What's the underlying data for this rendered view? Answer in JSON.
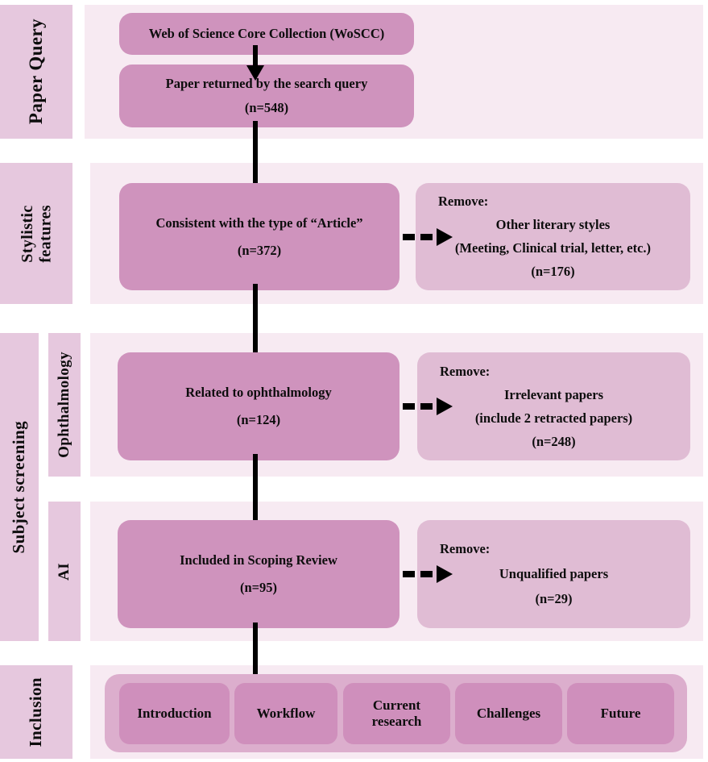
{
  "figure": {
    "type": "flowchart",
    "kind": "prisma-style-study-selection-flow"
  },
  "stages": [
    {
      "id": "paper-query",
      "label": "Paper Query"
    },
    {
      "id": "stylistic",
      "label": "Stylistic\nfeatures"
    },
    {
      "id": "subject-screening",
      "label": "Subject screening"
    },
    {
      "id": "ophthalmology",
      "label": "Ophthalmology"
    },
    {
      "id": "ai",
      "label": "AI"
    },
    {
      "id": "inclusion",
      "label": "Inclusion"
    }
  ],
  "boxes": {
    "source": {
      "line1": "Web of Science Core Collection (WoSCC)"
    },
    "returned": {
      "line1": "Paper returned by the search query",
      "line2": "(n=548)"
    },
    "article_type": {
      "line1": "Consistent with the type of “Article”",
      "line2": "(n=372)"
    },
    "removed_styles": {
      "head": "Remove:",
      "line1": "Other literary styles",
      "line2": "(Meeting, Clinical trial, letter, etc.)",
      "line3": "(n=176)"
    },
    "ophthalmology_related": {
      "line1": "Related to ophthalmology",
      "line2": "(n=124)"
    },
    "removed_irrelevant": {
      "head": "Remove:",
      "line1": "Irrelevant papers",
      "line2": "(include 2 retracted papers)",
      "line3": "(n=248)"
    },
    "included": {
      "line1": "Included in Scoping Review",
      "line2": "(n=95)"
    },
    "removed_unqualified": {
      "head": "Remove:",
      "line1": "Unqualified papers",
      "line2": "(n=29)"
    }
  },
  "inclusion_topics": [
    {
      "label": "Introduction"
    },
    {
      "label": "Workflow"
    },
    {
      "label": "Current\nresearch"
    },
    {
      "label": "Challenges"
    },
    {
      "label": "Future"
    }
  ],
  "counts": {
    "returned": 548,
    "article_type": 372,
    "removed_styles": 176,
    "ophthalmology_related": 124,
    "removed_irrelevant": 248,
    "included": 95,
    "removed_unqualified": 29
  },
  "colors": {
    "primary_box": "#cf93bd",
    "secondary_box": "#e0bcd4",
    "panel_background": "#f7eaf2",
    "stage_label": "#e6c8de",
    "inclusion_wrapper": "#dcaecd",
    "inclusion_box": "#cf8fbc",
    "arrow": "#000000",
    "text": "#0d0d0d"
  }
}
